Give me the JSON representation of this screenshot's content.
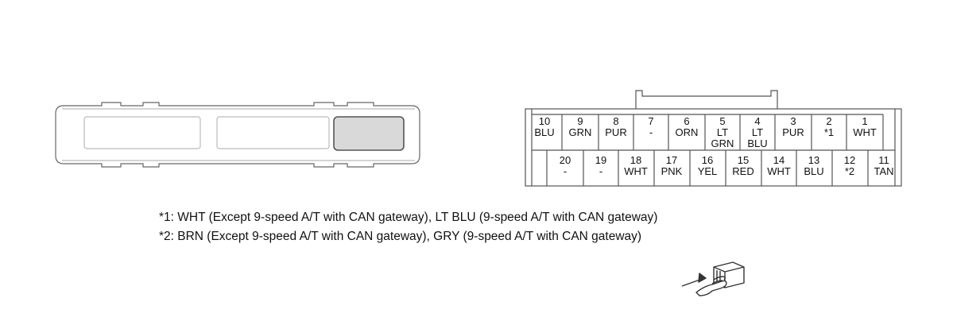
{
  "connector": {
    "pins": [
      {
        "num": "10",
        "color": "BLU"
      },
      {
        "num": "9",
        "color": "GRN"
      },
      {
        "num": "8",
        "color": "PUR"
      },
      {
        "num": "7",
        "color": "-"
      },
      {
        "num": "6",
        "color": "ORN"
      },
      {
        "num": "5",
        "color": "LT GRN"
      },
      {
        "num": "4",
        "color": "LT BLU"
      },
      {
        "num": "3",
        "color": "PUR"
      },
      {
        "num": "2",
        "color": "*1"
      },
      {
        "num": "1",
        "color": "WHT"
      },
      {
        "num": "20",
        "color": "-"
      },
      {
        "num": "19",
        "color": "-"
      },
      {
        "num": "18",
        "color": "WHT"
      },
      {
        "num": "17",
        "color": "PNK"
      },
      {
        "num": "16",
        "color": "YEL"
      },
      {
        "num": "15",
        "color": "RED"
      },
      {
        "num": "14",
        "color": "WHT"
      },
      {
        "num": "13",
        "color": "BLU"
      },
      {
        "num": "12",
        "color": "*2"
      },
      {
        "num": "11",
        "color": "TAN"
      }
    ]
  },
  "notes": {
    "note1": "*1: WHT (Except 9-speed A/T with CAN gateway), LT BLU (9-speed A/T with CAN gateway)",
    "note2": "*2: BRN (Except 9-speed A/T with CAN gateway), GRY (9-speed A/T with CAN gateway)"
  },
  "colors": {
    "line": "#555555",
    "highlight": "#d9d9d9"
  },
  "icons": {
    "view_indicator": "hand-pointing-connector-icon"
  }
}
